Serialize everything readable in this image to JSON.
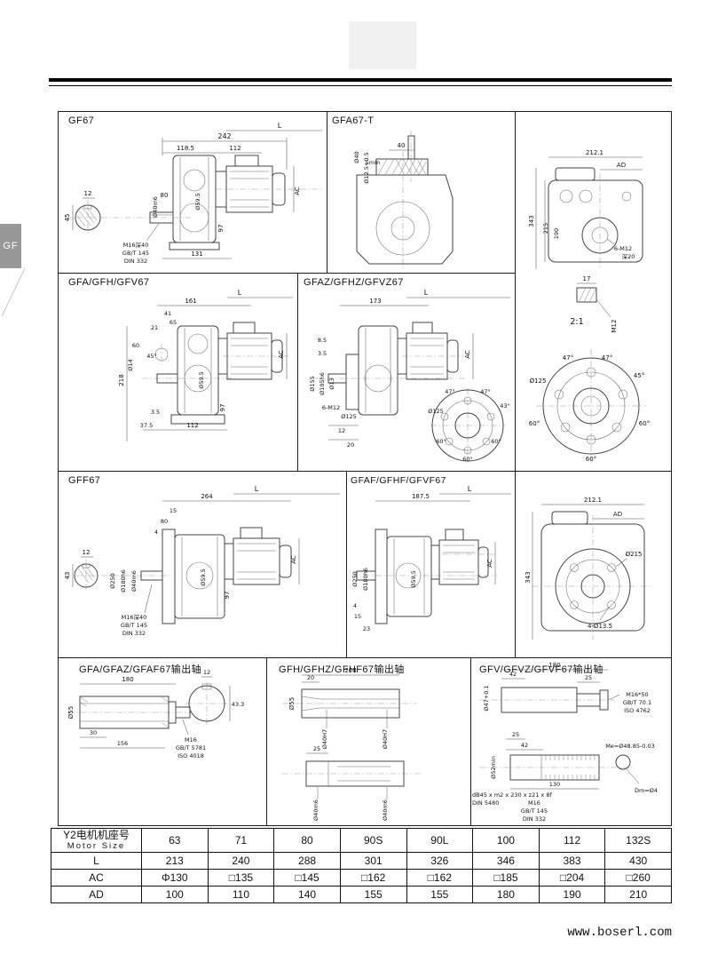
{
  "page": {
    "side_tab": "GF",
    "website": "www.boserl.com"
  },
  "sections": {
    "gf67": {
      "title": "GF67",
      "dims": [
        "242",
        "118.5",
        "112",
        "L",
        "12",
        "45",
        "80",
        "Ø40m6",
        "Ø59.5",
        "97",
        "131",
        "M16深40",
        "GB/T 145",
        "DIN 332",
        "AC"
      ]
    },
    "gfa67t": {
      "title": "GFA67-T",
      "dims": [
        "40",
        "5min",
        "Ø40",
        "Ø12.5+0.5"
      ]
    },
    "side_r1": {
      "dims": [
        "212.1",
        "AD",
        "343",
        "215",
        "190",
        "6-M12",
        "深20"
      ]
    },
    "side_r2": {
      "dims": [
        "17",
        "2:1",
        "M12",
        "47°",
        "47°",
        "45°",
        "Ø125",
        "60°",
        "60°",
        "60°"
      ]
    },
    "gfa": {
      "title": "GFA/GFH/GFV67",
      "dims": [
        "161",
        "L",
        "41",
        "65",
        "21",
        "60",
        "Ø14",
        "218",
        "45°",
        "Ø59.5",
        "3.5",
        "37.5",
        "112",
        "97",
        "AC"
      ]
    },
    "gfaz": {
      "title": "GFAZ/GFHZ/GFVZ67",
      "dims": [
        "173",
        "L",
        "8.5",
        "3.5",
        "Ø155",
        "Ø105h6",
        "Ø13",
        "6-M12",
        "Ø125",
        "12",
        "20",
        "AC",
        "47°",
        "47°",
        "43°",
        "Ø125",
        "60°",
        "60°",
        "60°"
      ]
    },
    "gff": {
      "title": "GFF67",
      "dims": [
        "264",
        "L",
        "15",
        "80",
        "4",
        "12",
        "43",
        "Ø250",
        "Ø180h6",
        "Ø40m6",
        "Ø59.5",
        "97",
        "M16深40",
        "GB/T 145",
        "DIN 332",
        "AC"
      ]
    },
    "gfaf": {
      "title": "GFAF/GFHF/GFVF67",
      "dims": [
        "187.5",
        "L",
        "Ø250",
        "Ø180h6",
        "Ø59.5",
        "4",
        "15",
        "23",
        "AC"
      ]
    },
    "side_r3": {
      "dims": [
        "212.1",
        "AD",
        "343",
        "Ø215",
        "4-Ø13.5"
      ]
    },
    "shaft_a": {
      "title": "GFA/GFAZ/GFAF67输出轴",
      "dims": [
        "180",
        "12",
        "Ø55",
        "30",
        "156",
        "M16",
        "GB/T 5781",
        "ISO 4018",
        "43.3"
      ]
    },
    "shaft_h": {
      "title": "GFH/GFHZ/GFHF67输出轴",
      "dims": [
        "208",
        "20",
        "Ø55",
        "Ø40H7",
        "Ø40H7",
        "25",
        "Ø40m6",
        "Ø40m6"
      ]
    },
    "shaft_v": {
      "title": "GFV/GFVZ/GFVF67输出轴",
      "dims": [
        "Ø47+0.1",
        "180",
        "42",
        "25",
        "M16*50",
        "GB/T 70.1",
        "ISO 4762",
        "25",
        "42",
        "Ø52min",
        "130",
        "Me=Ø48.85-0.03",
        "dB45 x m2 x 230 x z21 x 8f",
        "DIN 5480",
        "M16",
        "GB/T 145",
        "DIN 332",
        "Dm=Ø4"
      ]
    }
  },
  "table": {
    "row_header_cn": "Y2电机机座号",
    "row_header_en": "Motor Size",
    "sizes": [
      "63",
      "71",
      "80",
      "90S",
      "90L",
      "100",
      "112",
      "132S"
    ],
    "rows": [
      {
        "label": "L",
        "values": [
          "213",
          "240",
          "288",
          "301",
          "326",
          "346",
          "383",
          "430"
        ]
      },
      {
        "label": "AC",
        "values": [
          "Φ130",
          "□135",
          "□145",
          "□162",
          "□162",
          "□185",
          "□204",
          "□260"
        ]
      },
      {
        "label": "AD",
        "values": [
          "100",
          "110",
          "140",
          "155",
          "155",
          "180",
          "190",
          "210"
        ]
      }
    ]
  }
}
